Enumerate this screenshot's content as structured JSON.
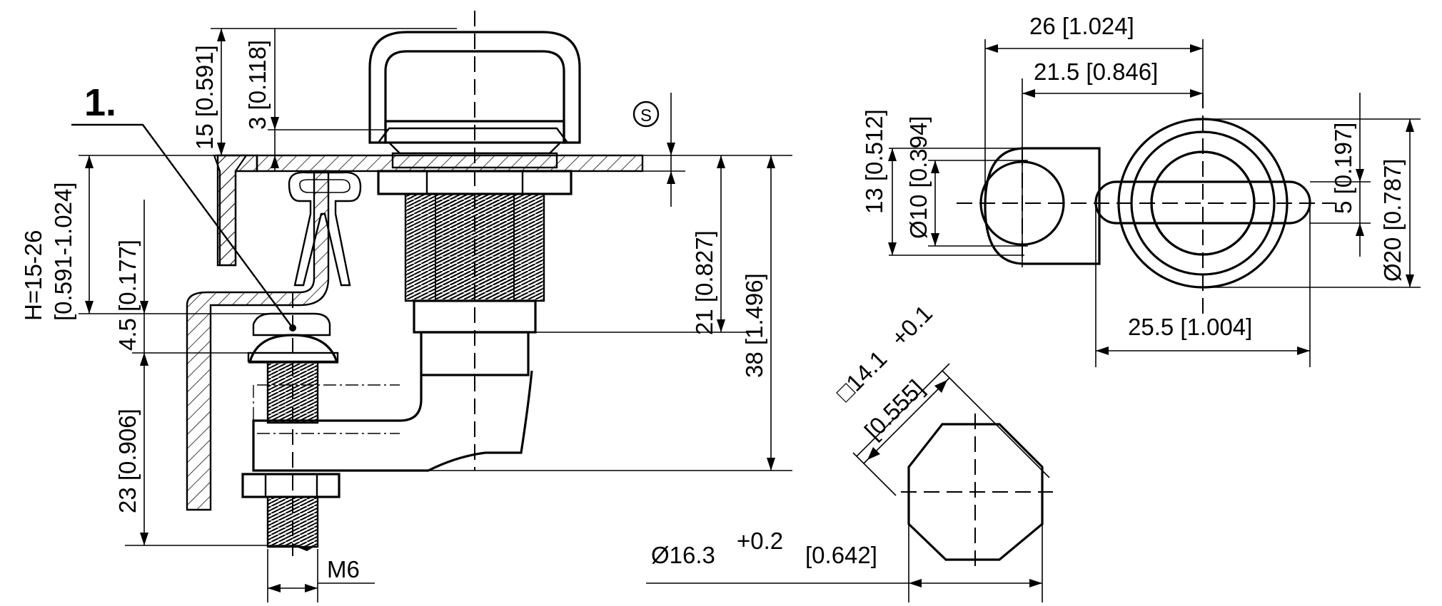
{
  "callout": {
    "item_number": "1."
  },
  "side_view": {
    "dim_15": "15 [0.591]",
    "dim_3": "3 [0.118]",
    "dim_s": "S",
    "dim_h_line1": "H=15-26",
    "dim_h_line2": "[0.591-1.024]",
    "dim_4_5": "4.5 [0.177]",
    "dim_23": "23 [0.906]",
    "dim_21": "21 [0.827]",
    "dim_38": "38 [1.496]",
    "dim_m6": "M6"
  },
  "top_view": {
    "dim_26": "26 [1.024]",
    "dim_21_5": "21.5 [0.846]",
    "dim_13": "13 [0.512]",
    "dim_d10": "Ø10 [0.394]",
    "dim_5": "5 [0.197]",
    "dim_d20": "Ø20 [0.787]",
    "dim_25_5": "25.5 [1.004]"
  },
  "cutout_view": {
    "dim_square": "□14.1",
    "dim_square_tol": "+0.1",
    "dim_square_inch": "[0.555]",
    "dim_d16_main": "Ø16.3",
    "dim_d16_tol": "+0.2",
    "dim_d16_inch": "[0.642]"
  }
}
